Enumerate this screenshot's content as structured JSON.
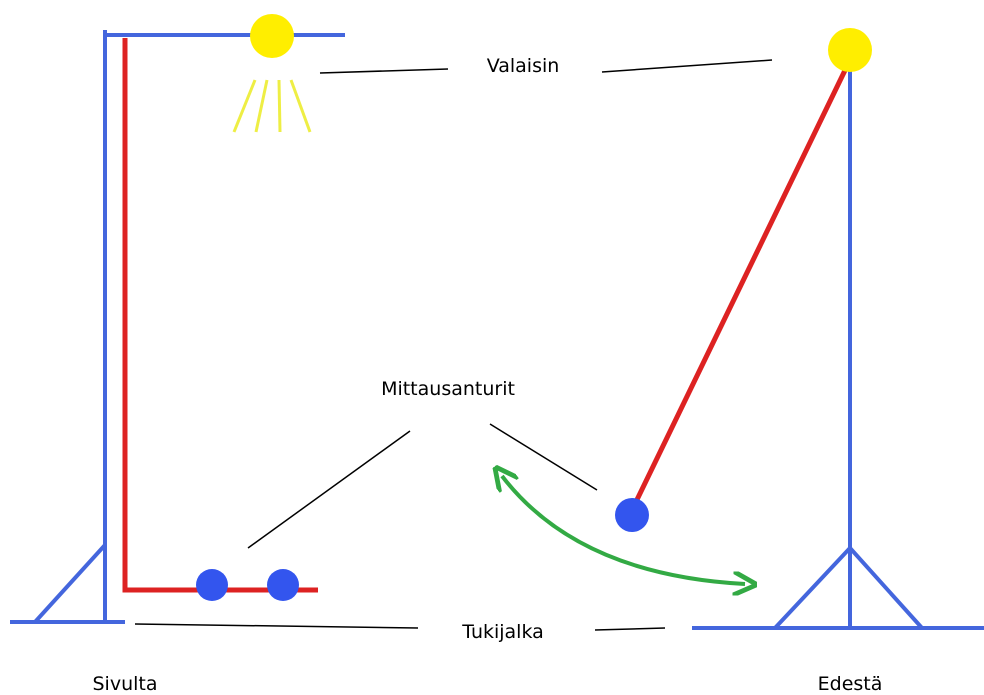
{
  "labels": {
    "lamp": "Valaisin",
    "sensors": "Mittausanturit",
    "stand": "Tukijalka",
    "side_view": "Sivulta",
    "front_view": "Edestä"
  },
  "colors": {
    "frame": "#4466dd",
    "rod": "#dd2222",
    "lamp": "#ffee00",
    "light_rays": "#eeee44",
    "sensor": "#3355ee",
    "swing_arrow": "#33aa44",
    "leader_line": "#000000",
    "background": "#ffffff"
  },
  "icons": {
    "swing_arrow": "double-headed-curved-arrow"
  }
}
